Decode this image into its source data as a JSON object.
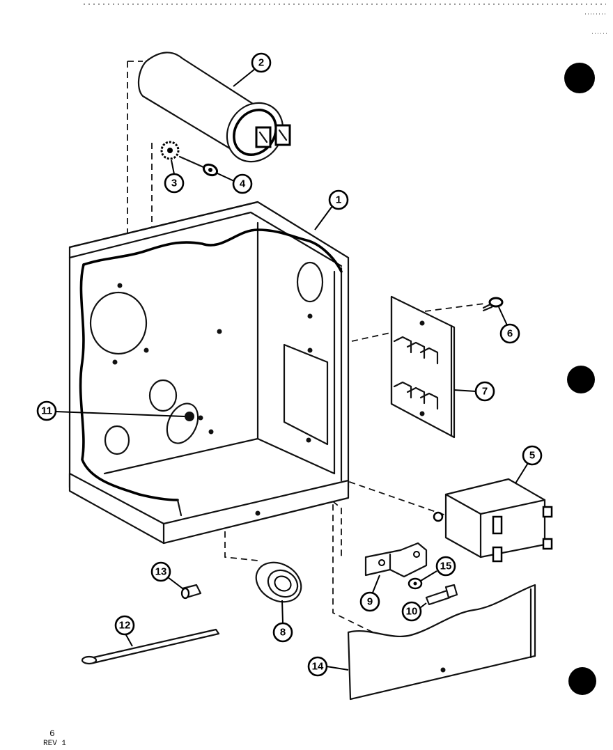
{
  "diagram": {
    "callouts": [
      "1",
      "2",
      "3",
      "4",
      "5",
      "6",
      "7",
      "8",
      "9",
      "10",
      "11",
      "12",
      "13",
      "14",
      "15"
    ]
  },
  "footer": {
    "page_number": "6",
    "revision": "REV 1"
  },
  "colors": {
    "ink": "#111111",
    "paper": "#ffffff"
  }
}
